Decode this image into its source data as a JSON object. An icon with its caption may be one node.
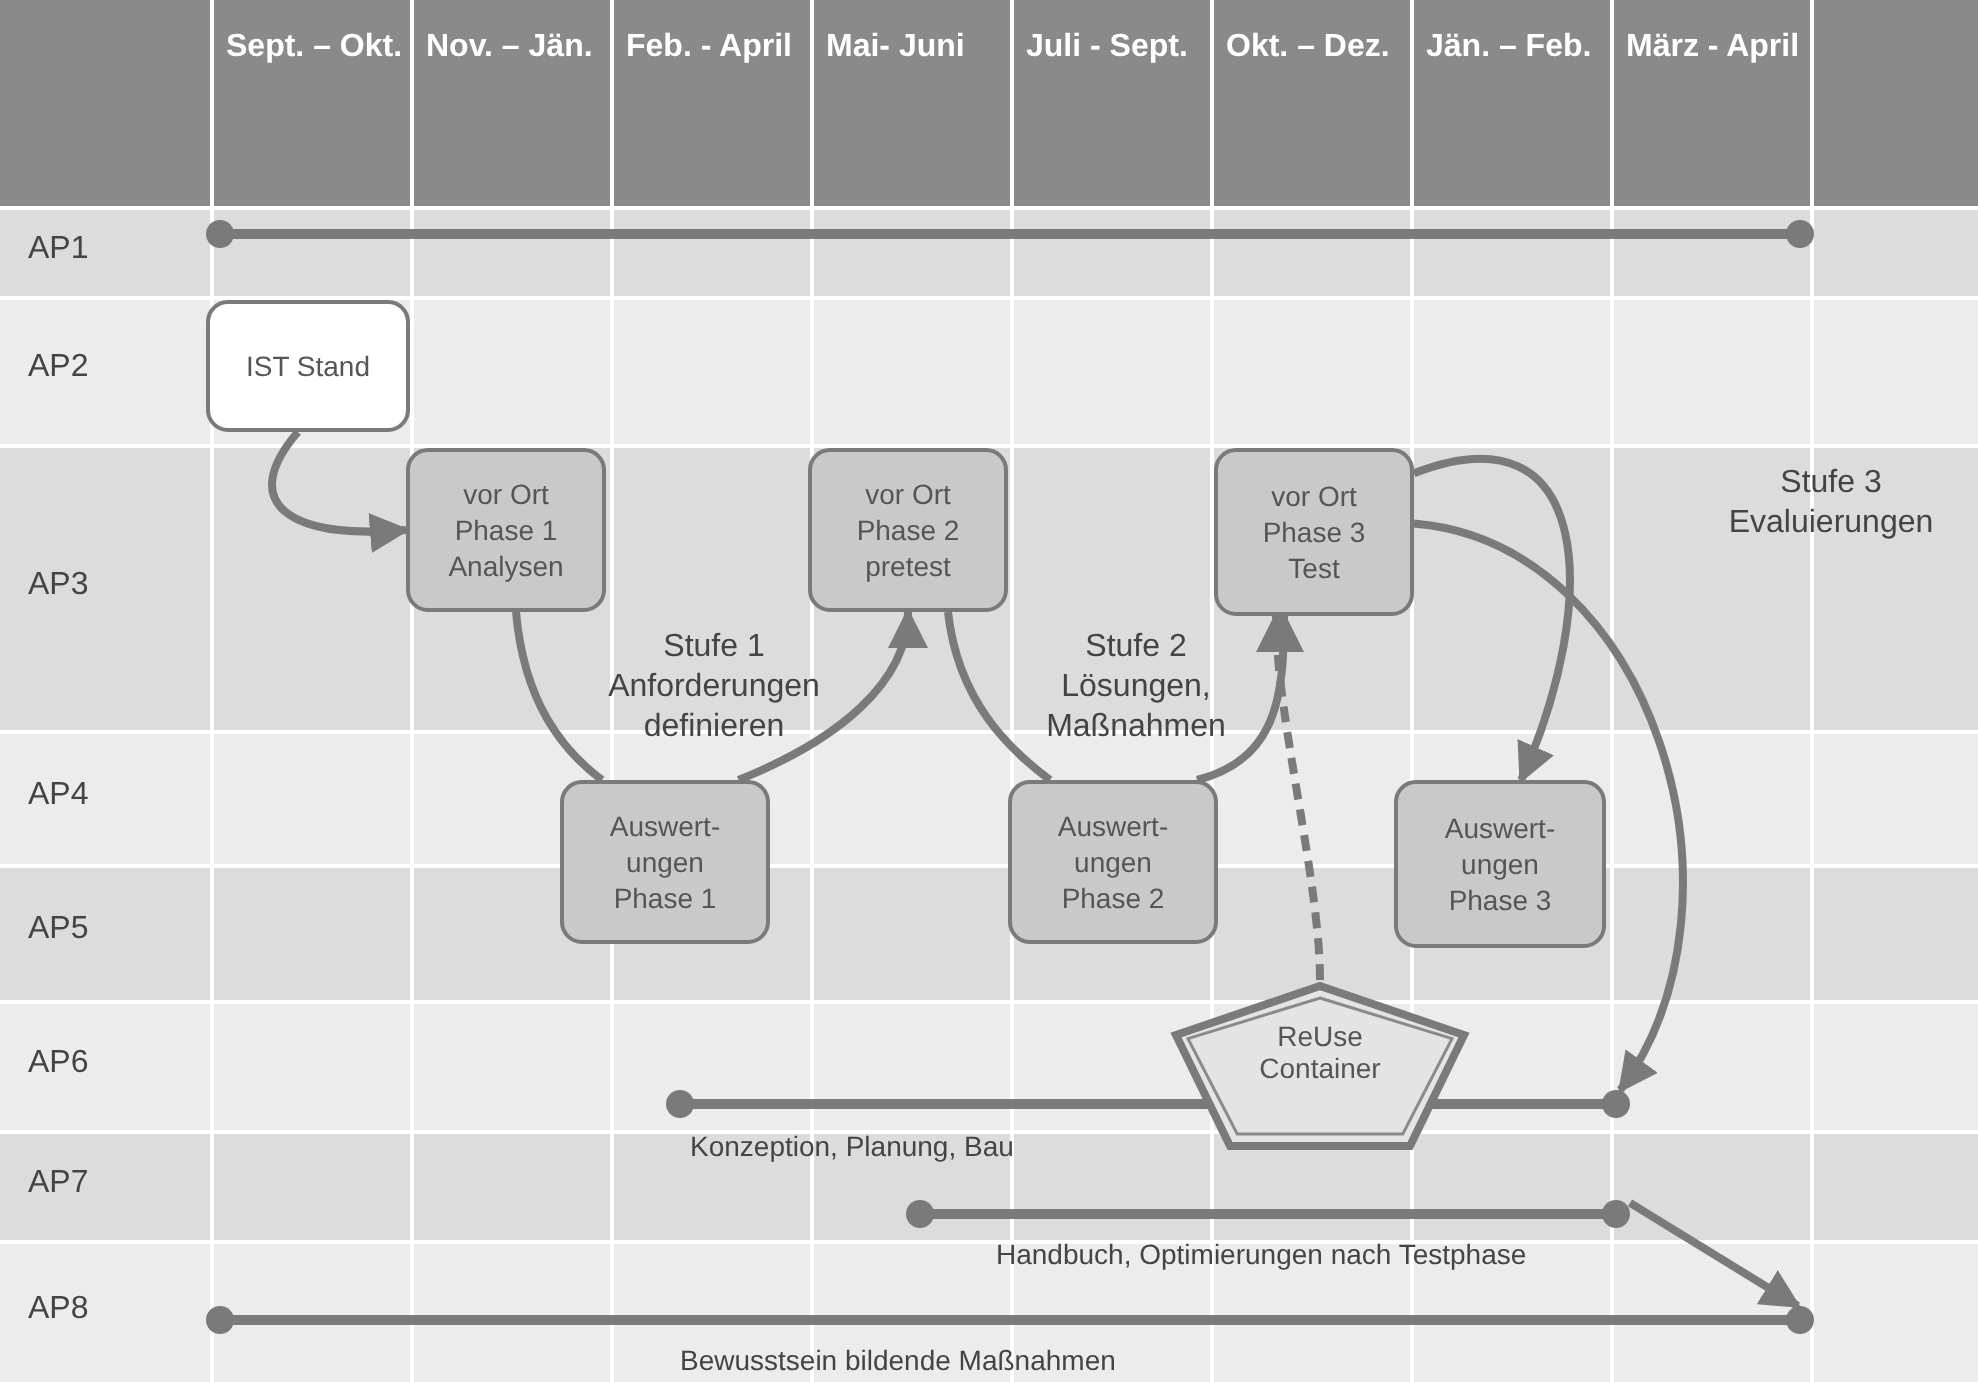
{
  "diagram": {
    "nodes": [
      {
        "text": [],
        "shape": "bar"
      },
      {
        "text": [
          "IST Stand"
        ]
      },
      {
        "text": [
          "vor Ort Phase 1 Analysen"
        ]
      },
      {
        "text": [
          "vor Ort Phase 2 pretest"
        ]
      },
      {
        "text": [
          "vor Ort Phase 3 Test"
        ]
      },
      {
        "text": [
          "Auswert- ungen Phase 1"
        ]
      },
      {
        "text": [
          "Auswert- ungen Phase 2"
        ]
      },
      {
        "text": [
          "Auswert- ungen Phase 3"
        ]
      },
      {
        "text": [],
        "shape": "bar",
        "beside": [
          "Konzeption, Planung, Bau"
        ]
      },
      {
        "text": [
          "ReUse Container"
        ]
      },
      {
        "text": [],
        "shape": "bar",
        "beside": [
          "Handbuch, Optimierungen nach Testphase"
        ]
      },
      {
        "text": [],
        "shape": "bar",
        "beside": [
          "Bewusstsein bildende Maßnahmen"
        ]
      }
    ],
    "edges": [
      {
        "from": 1,
        "to": 2,
        "arrow": "to"
      },
      {
        "from": 2,
        "to": 5,
        "arrow": "none"
      },
      {
        "from": 5,
        "to": 3,
        "arrow": "to"
      },
      {
        "from": 3,
        "to": 6,
        "arrow": "none"
      },
      {
        "from": 6,
        "to": 4,
        "arrow": "to"
      },
      {
        "from": 4,
        "to": 7,
        "arrow": "to"
      },
      {
        "from": 4,
        "to": 8,
        "arrow": "to"
      },
      {
        "from": 10,
        "to": 11,
        "arrow": "to"
      },
      {
        "from": 9,
        "to": 4,
        "arrow": "to",
        "style": "dashed"
      }
    ],
    "labels": [
      "Sept. – Okt.",
      "Nov. – Jän.",
      "Feb. - April",
      "Mai- Juni",
      "Juli - Sept.",
      "Okt. – Dez.",
      "Jän. – Feb.",
      "März - April",
      "AP1",
      "AP2",
      "AP3",
      "Stufe 3 Evaluierungen",
      "Stufe 1 Anforderungen definieren",
      "Stufe 2 Lösungen, Maßnahmen",
      "AP4",
      "AP5",
      "AP6",
      "AP7",
      "AP8"
    ]
  }
}
